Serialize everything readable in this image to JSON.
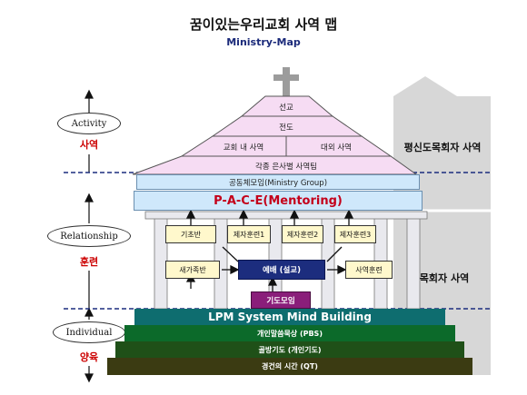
{
  "header": {
    "title": "꿈이있는우리교회 사역 맵",
    "subtitle": "Ministry-Map"
  },
  "levels": [
    {
      "oval": "Activity",
      "label": "사역"
    },
    {
      "oval": "Relationship",
      "label": "훈련"
    },
    {
      "oval": "Individual",
      "label": "양육"
    }
  ],
  "roof": {
    "tier1": "선교",
    "tier2": "전도",
    "tier3_left": "교회 내 사역",
    "tier3_right": "대외 사역",
    "tier4": "각종 은사별 사역팀"
  },
  "bands": {
    "ministry_group": "공동체모임(Ministry Group)",
    "pace": "P-A-C-E(Mentoring)"
  },
  "training": {
    "top_row": [
      "기초반",
      "제자훈련1",
      "제자훈련2",
      "제자훈련3"
    ],
    "new_family": "새가족반",
    "worship": "예배 (설교)",
    "ministry_training": "사역훈련",
    "prayer": "기도모임"
  },
  "steps": {
    "lpm": "LPM System Mind Building",
    "pbs": "개인말씀묵상 (PBS)",
    "prayer_room": "골방기도 (개인기도)",
    "qt": "경건의 시간 (QT)"
  },
  "side": {
    "upper": "평신도목회자 사역",
    "lower": "목회자 사역"
  },
  "colors": {
    "roof_pink": "#f6dcf3",
    "band_blue": "#cfe8fb",
    "navy": "#1c2d7e",
    "purple": "#8a1e7a",
    "teal": "#0e6d6f",
    "green": "#0c6a2a",
    "dark_green": "#1f5018",
    "olive": "#3b3b12",
    "side_gray": "#d7d7d7"
  }
}
